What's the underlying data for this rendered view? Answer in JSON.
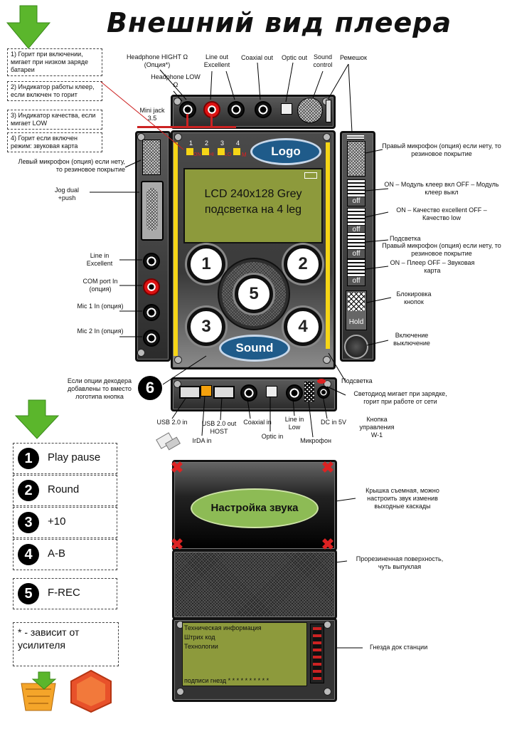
{
  "title": "Внешний вид плеера",
  "notes": [
    "1) Горит при включении, мигает при низком заряде батареи",
    "2) Индикатор работы клеер, если включен то горит",
    "3) Индикатор качества, если мигает LOW",
    "4) Горит если включен режим: звуковая карта"
  ],
  "top_labels": {
    "headphone_high": "Headphone HIGHT Ω (Опция*)",
    "line_out": "Line out Excellent",
    "coaxial_out": "Coaxial out",
    "optic_out": "Optic out",
    "sound_control": "Sound control",
    "strap": "Ремешок",
    "headphone_low": "Headphone LOW Ω",
    "mini_jack": "Mini jack 3.5"
  },
  "front": {
    "leds": [
      "1",
      "2",
      "3",
      "4"
    ],
    "led_marks": [
      "ON",
      "HI",
      "LO",
      "M"
    ],
    "logo": "Logo",
    "lcd_line1": "LCD 240x128 Grey",
    "lcd_line2": "подсветка на 4 leg",
    "buttons": [
      "1",
      "2",
      "5",
      "3",
      "4"
    ],
    "sound": "Sound"
  },
  "left_labels": {
    "left_mic": "Левый микрофон (опция) если нету, то резиновое покрытие",
    "jog": "Jog dual +push",
    "line_in": "Line in Excellent",
    "com_port": "COM port In (опция)",
    "mic1": "Mic 1 In (опция)",
    "mic2": "Mic 2 In (опция)"
  },
  "right_labels": {
    "right_mic": "Правый микрофон (опция) если нету, то резиновое покрытие",
    "sw1": "ON – Модуль клеер вкл OFF – Модуль клеер выкл",
    "sw2": "ON – Качество excellent OFF – Качество low",
    "backlight": "Подсветка",
    "right_mic2": "Правый микрофон (опция) если нету, то резиновое покрытие",
    "sw4": "ON – Плеер OFF – Звуковая карта",
    "lock": "Блокировка кнопок",
    "power": "Включение выключение",
    "hold": "Hold",
    "off": "off"
  },
  "bottom_labels": {
    "decoder": "Если опции декодера добавлены то вместо логотипа кнопка",
    "six": "6",
    "podsvetka": "Подсветка",
    "led_note": "Светодиод мигает при зарядке, горит при работе от сети",
    "usb_in": "USB 2.0 in",
    "irda": "IrDA in",
    "usb_out": "USB 2.0 out HOST",
    "coax_in": "Coaxial in",
    "optic_in": "Optic in",
    "line_in_low": "Line in Low",
    "mic": "Микрофон",
    "dc": "DC in 5V",
    "w1": "Кнопка управления W-1"
  },
  "legend": [
    {
      "num": "1",
      "label": "Play pause"
    },
    {
      "num": "2",
      "label": "Round"
    },
    {
      "num": "3",
      "label": "+10"
    },
    {
      "num": "4",
      "label": "A-B"
    },
    {
      "num": "5",
      "label": "F-REC"
    }
  ],
  "footnote": "* - зависит от усилителя",
  "back": {
    "sound_setup": "Настройка звука",
    "cover_note": "Крышка съемная, можно настроить звук изменив выходные каскады",
    "perforated_note": "Прорезиненная поверхность, чуть выпуклая",
    "info_lines": [
      "Техническая информация",
      "Штрих код",
      "Технологии"
    ],
    "signatures": "подписи гнезд * * * * * * * * * *",
    "dock_note": "Гнезда док станции"
  },
  "colors": {
    "lcd": "#8d9a3c",
    "logo": "#1f5b8a",
    "green_arrow": "#5bb62c",
    "led_yellow": "#f6d516",
    "sound_oval": "#8dbb55"
  }
}
